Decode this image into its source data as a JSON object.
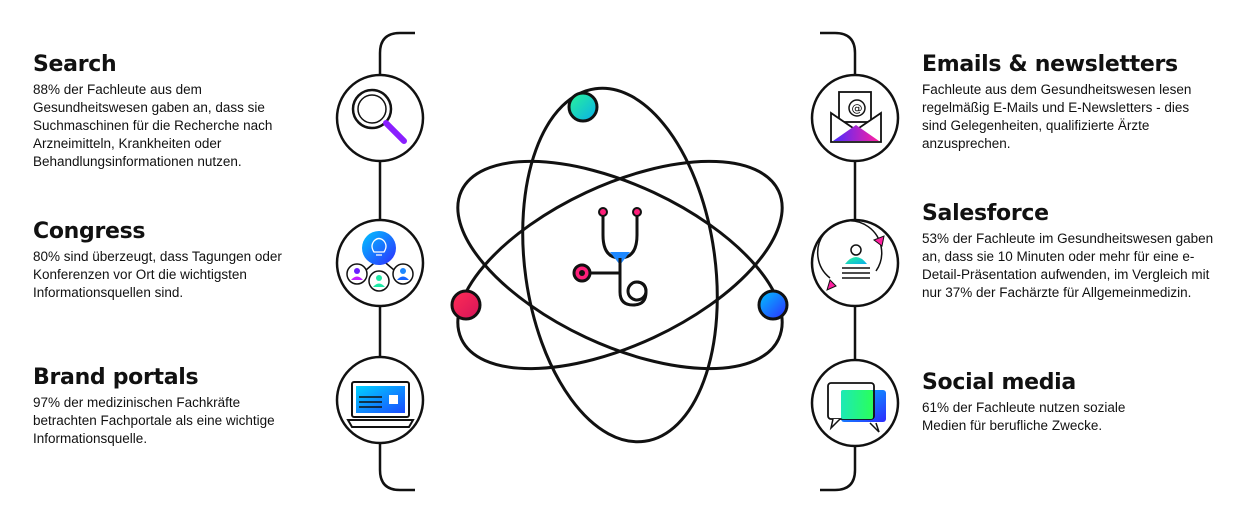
{
  "left": [
    {
      "title": "Search",
      "text": "88% der Fachleute aus dem Gesundheitswesen gaben an, dass sie Suchmaschinen für die Recherche nach Arzneimitteln, Krankheiten oder Behandlungsinformationen nutzen.",
      "icon": "magnifier-icon"
    },
    {
      "title": "Congress",
      "text": "80% sind überzeugt, dass Tagungen oder Konferenzen vor Ort die wichtigsten Informationsquellen sind.",
      "icon": "lightbulb-people-icon"
    },
    {
      "title": "Brand portals",
      "text": "97% der medizinischen Fachkräfte betrachten Fachportale als eine wichtige Informationsquelle.",
      "icon": "laptop-icon"
    }
  ],
  "right": [
    {
      "title": "Emails & newsletters",
      "text": "Fachleute aus dem Gesundheitswesen lesen regelmäßig E-Mails und E-Newsletters - dies sind Gelegenheiten, qualifizierte Ärzte anzusprechen.",
      "icon": "envelope-icon"
    },
    {
      "title": "Salesforce",
      "text": "53% der Fachleute im Gesundheitswesen gaben an, dass sie 10 Minuten oder mehr für eine e-Detail-Präsentation aufwenden, im Vergleich mit nur 37% der Fachärzte für Allgemeinmedizin.",
      "icon": "rep-cycle-icon"
    },
    {
      "title": "Social media",
      "text": "61% der Fachleute nutzen soziale Medien für berufliche Zwecke.",
      "icon": "chat-bubbles-icon"
    }
  ],
  "colors": {
    "teal": "#1de9a6",
    "pink": "#ff1f7a",
    "blue": "#1565ff",
    "purple": "#8a1fff",
    "cyan": "#2fd3ff"
  }
}
